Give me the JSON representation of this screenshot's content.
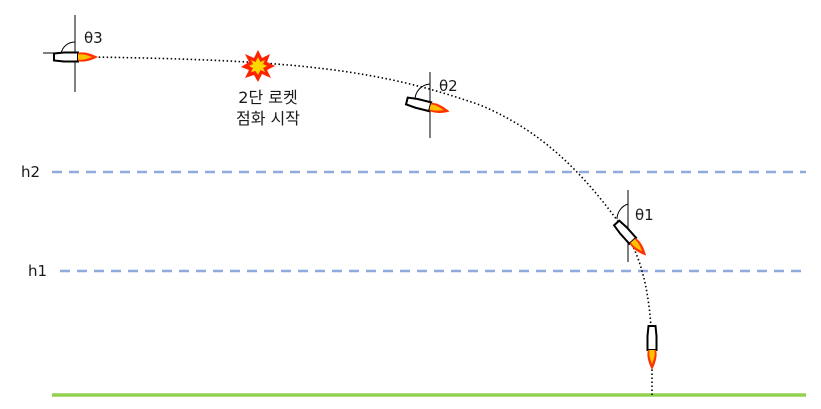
{
  "labels": {
    "h1": "h1",
    "h2": "h2",
    "theta1": "θ1",
    "theta2": "θ2",
    "theta3": "θ3",
    "ignition_line1": "2단 로켓",
    "ignition_line2": "점화 시작"
  },
  "colors": {
    "altitude_line": "#8faadc",
    "ground": "#92d050",
    "trajectory": "#000000",
    "rocket_body": "#ffffff",
    "rocket_outline": "#000000",
    "flame_outer": "#ff3300",
    "flame_inner": "#ffc000",
    "burst_outer": "#ff2200",
    "burst_inner": "#ffd700"
  },
  "icons": {
    "rocket": "rocket-icon",
    "ignition": "explosion-burst-icon"
  }
}
